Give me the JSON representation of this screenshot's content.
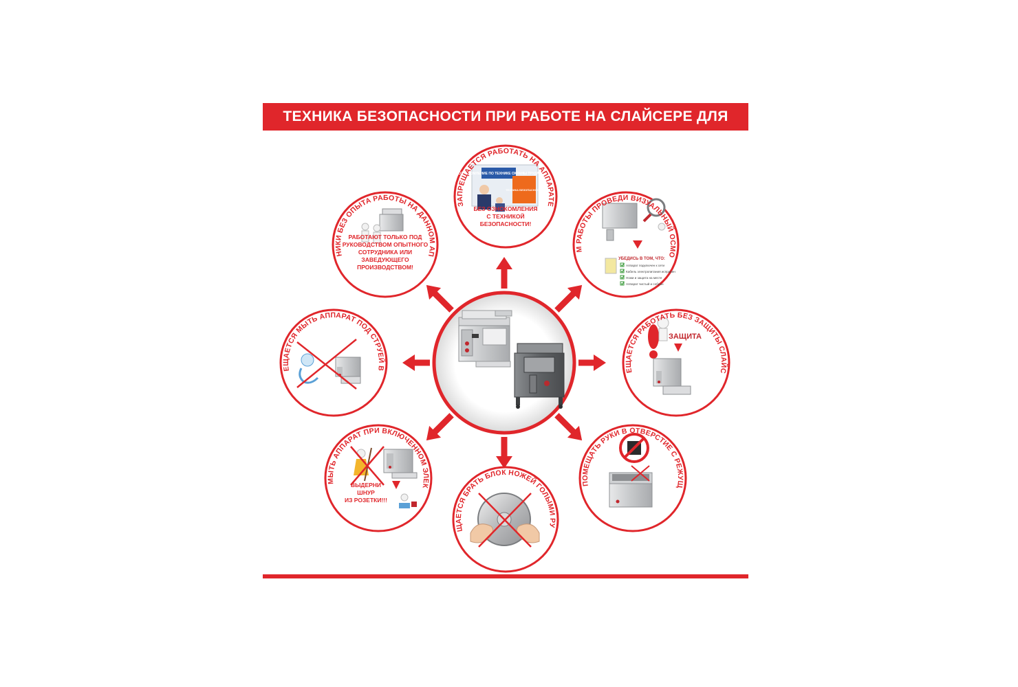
{
  "title": "ТЕХНИКА БЕЗОПАСНОСТИ ПРИ РАБОТЕ НА СЛАЙСЕРЕ ДЛЯ НАРЕЗКИ",
  "colors": {
    "accent": "#e0262b",
    "background": "#ffffff",
    "steel": "#c9cbcd",
    "dark_steel": "#5b5e62"
  },
  "center": {
    "image": "slicer-machines"
  },
  "rules": [
    {
      "id": "top",
      "arc_text": "ЗАПРЕЩАЕТСЯ РАБОТАТЬ НА АППАРАТЕ",
      "inner_lines": [
        "БЕЗ ОЗНОКОМЛЕНИЯ",
        "С ТЕХНИКОЙ",
        "БЕЗОПАСНОСТИ!"
      ],
      "board_header": "ОЗНАКОМЛЕНИЕ ПО ТЕХНИКЕ ОХРАНЫ ТРУДА",
      "board_poster": "ТЕХНИКА БЕЗОПАСНОСТИ",
      "icon": "training-scene"
    },
    {
      "id": "top-left",
      "arc_text": "СОТРУДНИКИ БЕЗ ОПЫТА РАБОТЫ НА ДАННОМ АППАРАТЕ",
      "inner_lines": [
        "РАБОТАЮТ ТОЛЬКО ПОД",
        "РУКОВОДСТВОМ ОПЫТНОГО",
        "СОТРУДНИКА ИЛИ",
        "ЗАВЕДУЮЩЕГО",
        "ПРОИЗВОДСТВОМ!"
      ],
      "icon": "mentor-figures"
    },
    {
      "id": "top-right",
      "arc_text": "ПЕРЕД НАЧАЛОМ РАБОТЫ ПРОВЕДИ ВИЗУАЛЬНЫЙ ОСМОТР АППАРАТА!",
      "checklist_title": "УБЕДИСЬ В ТОМ, ЧТО:",
      "checklist": [
        "Аппарат подключен к сети",
        "Кабель электропитания исправен",
        "Ножи и защита на месте",
        "Аппарат чистый и собран"
      ],
      "icon": "magnifier-inspection"
    },
    {
      "id": "left",
      "arc_text": "ЗАПРЕЩАЕТСЯ МЫТЬ АППАРАТ ПОД СТРУЕЙ ВОДЫ!",
      "icon": "water-hose-crossed"
    },
    {
      "id": "right",
      "arc_text": "ЗАПРЕЩАЕТСЯ РАБОТАТЬ БЕЗ ЗАЩИТЫ СЛАЙСЕРА!!",
      "label": "ЗАЩИТА",
      "icon": "exclamation-figure"
    },
    {
      "id": "bottom-left",
      "arc_text": "ЗАПРЕЩАЕТСЯ МЫТЬ АППАРАТ ПРИ ВКЛЮЧЕННОМ ЭЛЕКТРОПИТАНИИ!!",
      "inner_lines": [
        "ВЫДЕРНИ",
        "ШНУР",
        "ИЗ РОЗЕТКИ!!!"
      ],
      "icon": "mop-crossed"
    },
    {
      "id": "bottom",
      "arc_text": "ЗАПРЕЩАЕТСЯ БРАТЬ БЛОК НОЖЕЙ ГОЛЫМИ РУКАМИ!!!",
      "icon": "blade-hands-crossed"
    },
    {
      "id": "bottom-right",
      "arc_text": "ЗАПРЕЩАЕТСЯ ПОМЕЩАТЬ РУКИ В ОТВЕРСТИЕ С РЕЖУЩИМИ НОЖАМИ!!",
      "icon": "no-hands-sign"
    }
  ]
}
